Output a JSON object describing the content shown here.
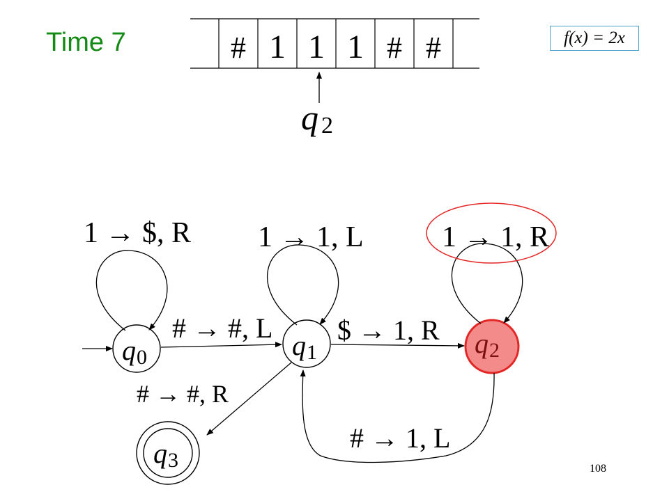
{
  "slide": {
    "title": "Time 7",
    "formula": "f(x) = 2x",
    "page_number": "108"
  },
  "tape": {
    "cells": [
      "#",
      "1",
      "1",
      "1",
      "#",
      "#"
    ],
    "head_state": "q",
    "head_state_sub": "2"
  },
  "machine": {
    "states": [
      {
        "id": "q0",
        "label": "q",
        "sub": "0",
        "initial": true
      },
      {
        "id": "q1",
        "label": "q",
        "sub": "1"
      },
      {
        "id": "q2",
        "label": "q",
        "sub": "2",
        "active": true
      },
      {
        "id": "q3",
        "label": "q",
        "sub": "3",
        "accepting": true
      }
    ],
    "transitions": {
      "q0_loop": "1 → $, R",
      "q1_loop": "1 → 1, L",
      "q2_loop": "1 → 1, R",
      "q0_q1": "# → #, L",
      "q1_q2": "$ → 1, R",
      "q1_q3": "# → #, R",
      "q2_q1": "# → 1, L"
    }
  },
  "colors": {
    "title": "#138a13",
    "active_state_fill": "#f48b8b",
    "active_state_stroke": "#e32626",
    "highlight_ellipse": "#e32626",
    "formula_border": "#4aa0c8"
  }
}
